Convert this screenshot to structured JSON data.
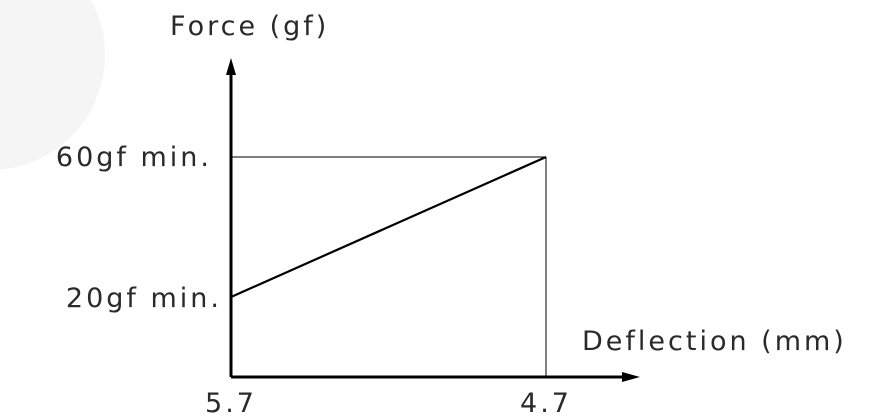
{
  "chart_data": {
    "type": "line",
    "title": "",
    "xlabel": "Deflection (mm)",
    "ylabel": "Force (gf)",
    "x_ticks": [
      "5.7",
      "4.7"
    ],
    "y_ticks": [
      "20gf min.",
      "60gf min."
    ],
    "series": [
      {
        "x": [
          5.7,
          4.7
        ],
        "y": [
          20,
          60
        ]
      }
    ],
    "x_direction": "decreasing",
    "grid": false,
    "legend": "none",
    "line_color": "#000000"
  }
}
